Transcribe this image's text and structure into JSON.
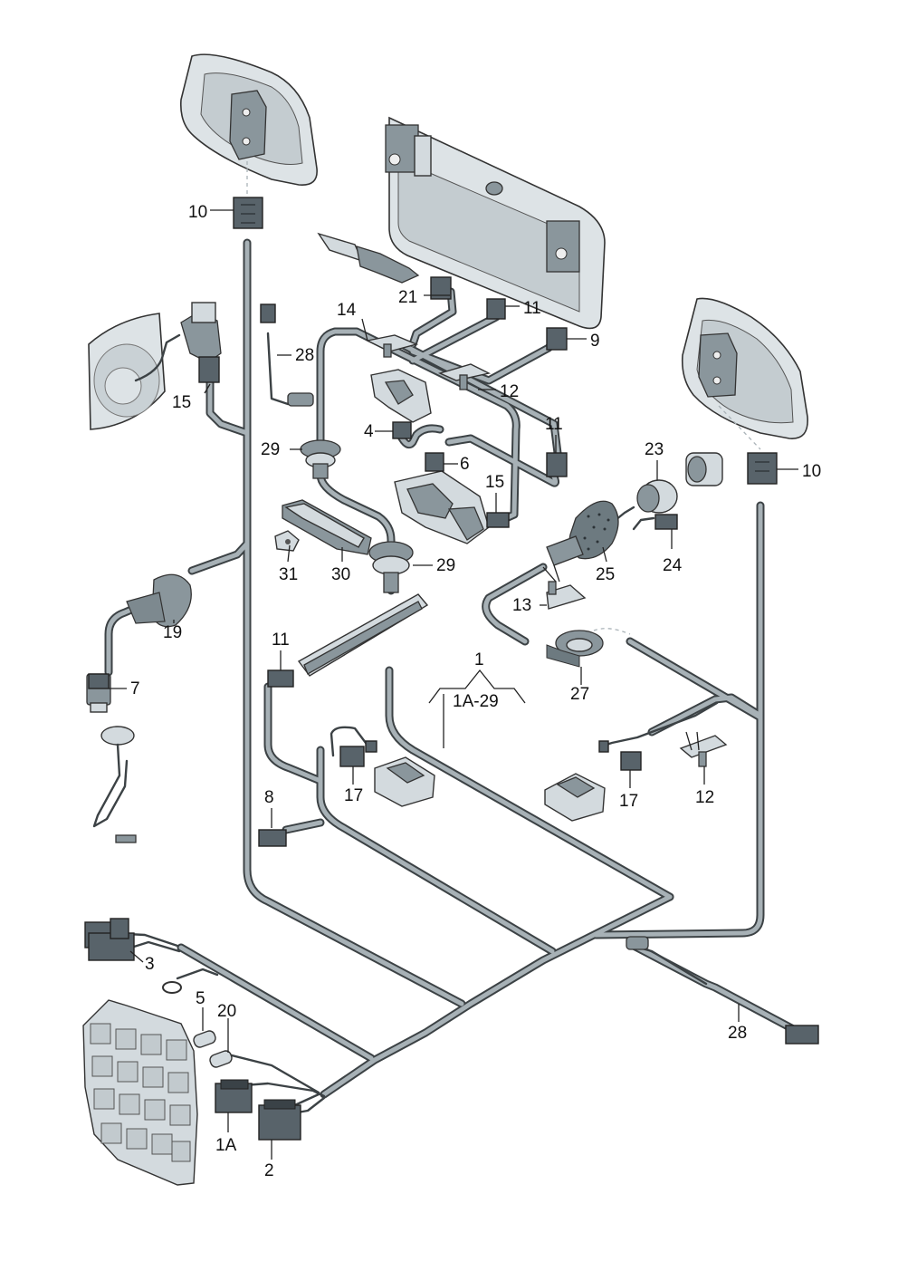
{
  "labels": {
    "l1": "1",
    "l1a_29": "1A-29",
    "l1a": "1A",
    "l2": "2",
    "l3": "3",
    "l4": "4",
    "l5": "5",
    "l6": "6",
    "l7": "7",
    "l8": "8",
    "l9": "9",
    "l10a": "10",
    "l10b": "10",
    "l11a": "11",
    "l11b": "11",
    "l11c": "11",
    "l12a": "12",
    "l12b": "12",
    "l13": "13",
    "l14": "14",
    "l15a": "15",
    "l15b": "15",
    "l17a": "17",
    "l17b": "17",
    "l19": "19",
    "l20": "20",
    "l21": "21",
    "l23": "23",
    "l24": "24",
    "l25": "25",
    "l27": "27",
    "l28a": "28",
    "l28b": "28",
    "l29a": "29",
    "l29b": "29",
    "l30": "30",
    "l31": "31"
  },
  "colors": {
    "wire_sheath": "#3c4245",
    "wire_core": "#a7b1b6",
    "connector": "#58636a",
    "part_fill": "#d3dade",
    "lamp_fill": "#dde3e6"
  }
}
